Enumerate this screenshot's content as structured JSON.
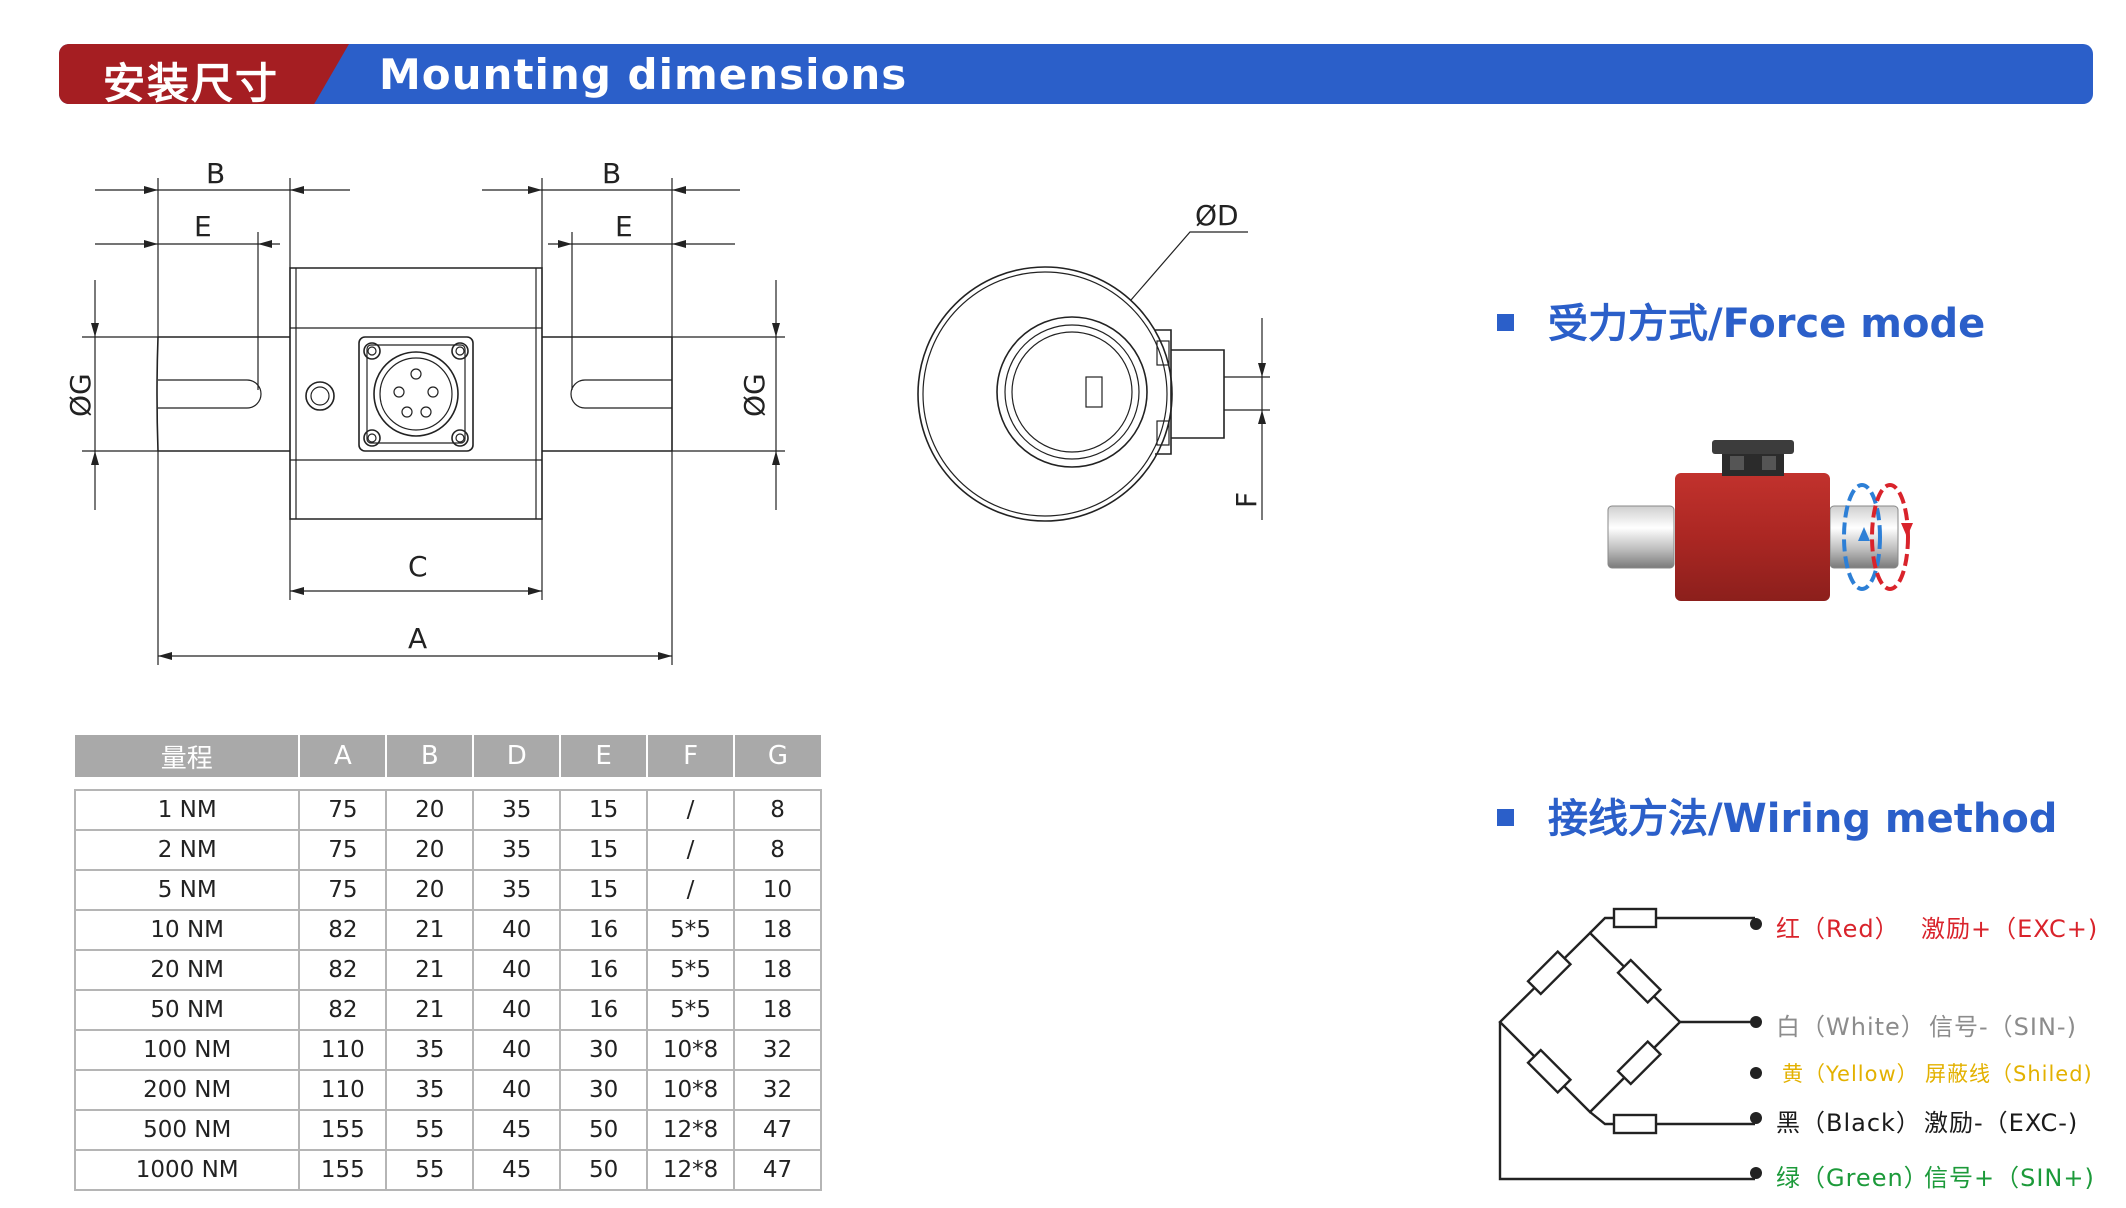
{
  "header": {
    "tag_cn": "安装尺寸",
    "title_en": "Mounting dimensions"
  },
  "drawing": {
    "labels": {
      "A": "A",
      "B": "B",
      "C": "C",
      "D": "ØD",
      "E": "E",
      "F": "F",
      "G": "ØG"
    }
  },
  "force_mode": {
    "title": "受力方式/Force mode"
  },
  "wiring": {
    "title": "接线方法/Wiring method",
    "lines": [
      {
        "color_label": "红（Red）",
        "signal": "激励+（EXC+)",
        "color": "#d9232b"
      },
      {
        "color_label": "白（White）",
        "signal": "信号-（SIN-)",
        "color": "#8c8c8c"
      },
      {
        "color_label": "黄（Yellow）",
        "signal": "屏蔽线（Shiled)",
        "color": "#e3b100"
      },
      {
        "color_label": "黑（Black）",
        "signal": "激励-（EXC-)",
        "color": "#1a1a1a"
      },
      {
        "color_label": "绿（Green）",
        "signal": "信号+（SIN+)",
        "color": "#1c9a3a"
      }
    ]
  },
  "table": {
    "headers": [
      "量程",
      "A",
      "B",
      "D",
      "E",
      "F",
      "G"
    ],
    "rows": [
      [
        "1 NM",
        "75",
        "20",
        "35",
        "15",
        "/",
        "8"
      ],
      [
        "2 NM",
        "75",
        "20",
        "35",
        "15",
        "/",
        "8"
      ],
      [
        "5 NM",
        "75",
        "20",
        "35",
        "15",
        "/",
        "10"
      ],
      [
        "10 NM",
        "82",
        "21",
        "40",
        "16",
        "5*5",
        "18"
      ],
      [
        "20 NM",
        "82",
        "21",
        "40",
        "16",
        "5*5",
        "18"
      ],
      [
        "50 NM",
        "82",
        "21",
        "40",
        "16",
        "5*5",
        "18"
      ],
      [
        "100 NM",
        "110",
        "35",
        "40",
        "30",
        "10*8",
        "32"
      ],
      [
        "200 NM",
        "110",
        "35",
        "40",
        "30",
        "10*8",
        "32"
      ],
      [
        "500 NM",
        "155",
        "55",
        "45",
        "50",
        "12*8",
        "47"
      ],
      [
        "1000 NM",
        "155",
        "55",
        "45",
        "50",
        "12*8",
        "47"
      ]
    ]
  },
  "colors": {
    "banner_blue": "#2b5fc9",
    "banner_red": "#a51e22",
    "sensor_body": "#b22a27"
  }
}
